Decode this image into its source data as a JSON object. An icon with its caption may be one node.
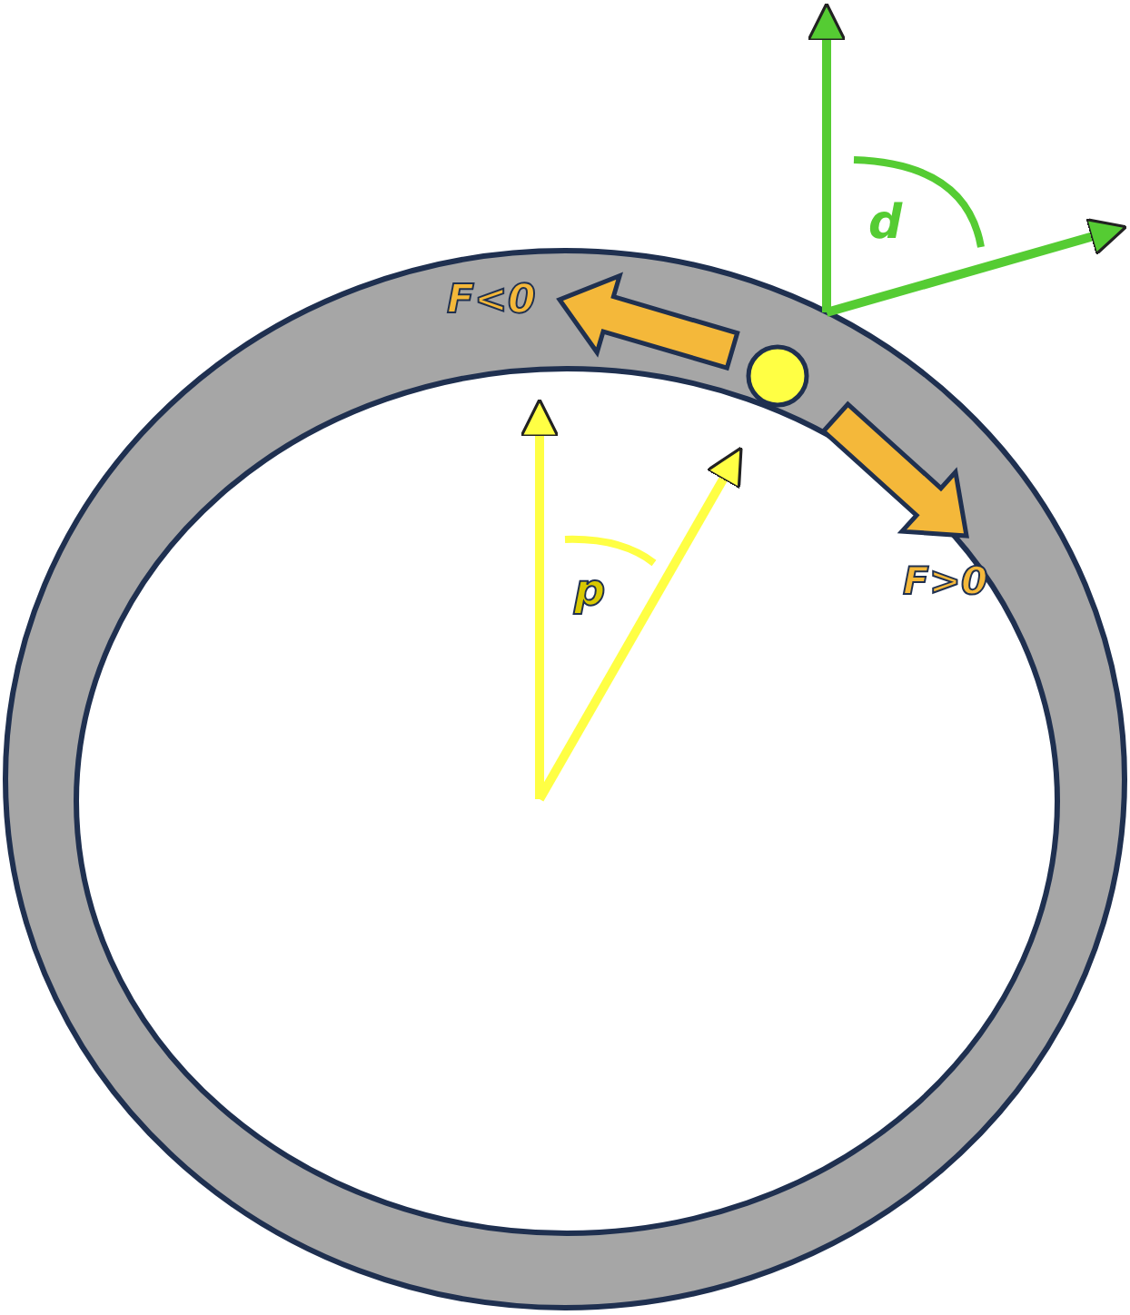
{
  "diagram": {
    "labels": [
      "d",
      "F<0",
      "F>0",
      "p"
    ]
  }
}
